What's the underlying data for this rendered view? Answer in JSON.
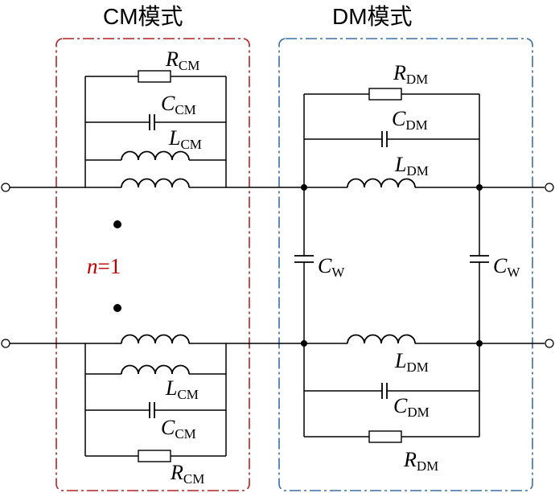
{
  "titles": {
    "cm": "CM模式",
    "dm": "DM模式"
  },
  "labels": {
    "r_cm_top": {
      "main": "R",
      "sub": "CM"
    },
    "c_cm_top": {
      "main": "C",
      "sub": "CM"
    },
    "l_cm_top": {
      "main": "L",
      "sub": "CM"
    },
    "l_cm_bot": {
      "main": "L",
      "sub": "CM"
    },
    "c_cm_bot": {
      "main": "C",
      "sub": "CM"
    },
    "r_cm_bot": {
      "main": "R",
      "sub": "CM"
    },
    "r_dm_top": {
      "main": "R",
      "sub": "DM"
    },
    "c_dm_top": {
      "main": "C",
      "sub": "DM"
    },
    "l_dm_top": {
      "main": "L",
      "sub": "DM"
    },
    "c_w_left": {
      "main": "C",
      "sub": "W"
    },
    "c_w_right": {
      "main": "C",
      "sub": "W"
    },
    "l_dm_bot": {
      "main": "L",
      "sub": "DM"
    },
    "c_dm_bot": {
      "main": "C",
      "sub": "DM"
    },
    "r_dm_bot": {
      "main": "R",
      "sub": "DM"
    }
  },
  "turns_ratio": {
    "var": "n",
    "rest": "=1"
  },
  "colors": {
    "cm_box": "#b22222",
    "dm_box": "#3a6ea5",
    "wire": "#000000",
    "turns_ratio_var": "#c00000"
  }
}
